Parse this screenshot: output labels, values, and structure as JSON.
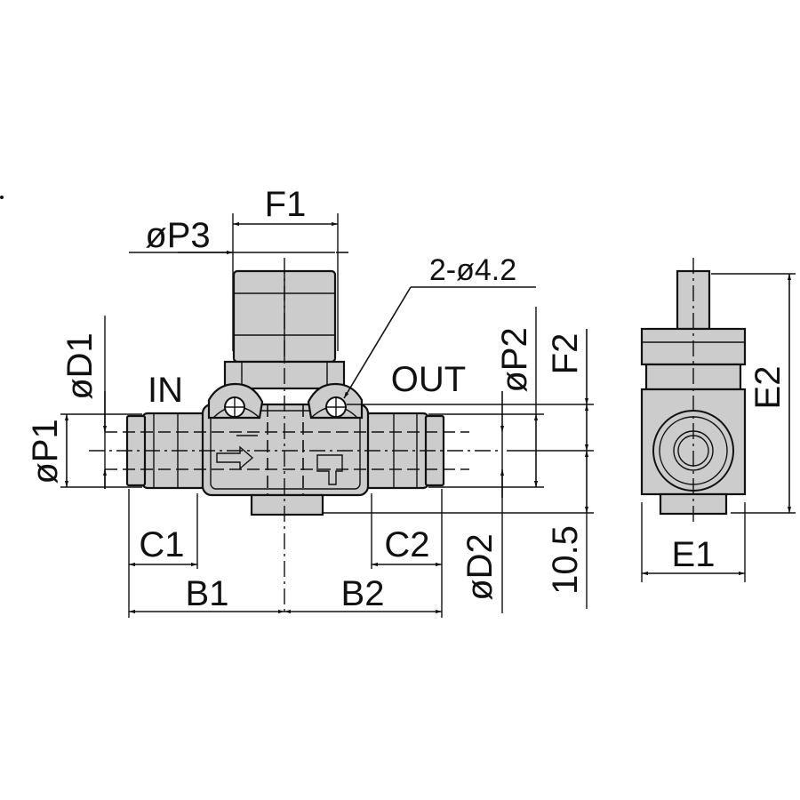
{
  "diagram": {
    "colors": {
      "body_fill": "#cccccc",
      "line": "#111111",
      "background": "#ffffff"
    },
    "labels": {
      "f1": "F1",
      "p3": "øP3",
      "holes": "2-ø4.2",
      "d1": "øD1",
      "in": "IN",
      "out": "OUT",
      "p2": "øP2",
      "f2": "F2",
      "p1": "øP1",
      "e2": "E2",
      "c1": "C1",
      "c2": "C2",
      "d2": "øD2",
      "dim_10_5": "10.5",
      "b1": "B1",
      "b2": "B2",
      "e1": "E1"
    }
  }
}
